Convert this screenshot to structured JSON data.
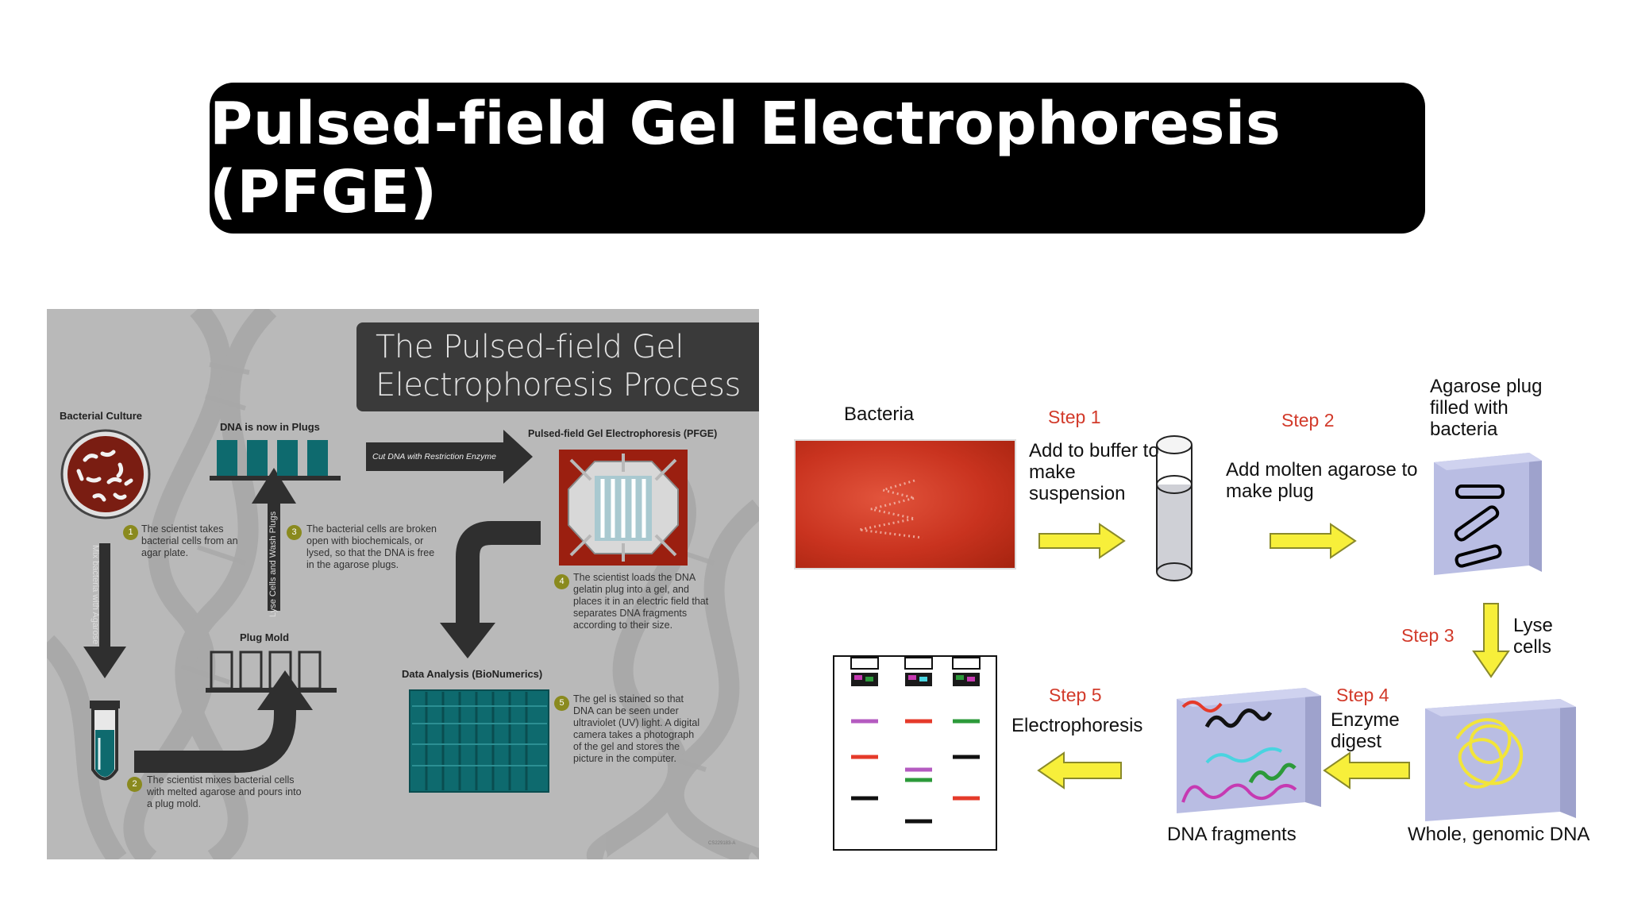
{
  "title": "Pulsed-field Gel Electrophoresis (PFGE)",
  "left_infographic": {
    "heading_line1": "The Pulsed-field Gel",
    "heading_line2": "Electrophoresis Process",
    "bacterial_culture_label": "Bacterial Culture",
    "dna_plugs_label": "DNA is now in Plugs",
    "cut_dna_label": "Cut DNA with Restriction Enzyme",
    "pfge_label": "Pulsed-field Gel Electrophoresis (PFGE)",
    "plug_mold_label": "Plug Mold",
    "data_analysis_label": "Data Analysis (BioNumerics)",
    "mix_label": "Mix bacteria with Agarose",
    "lyse_label": "Lyse Cells and Wash Plugs",
    "steps": [
      {
        "num": "1",
        "text": "The scientist takes bacterial cells from an agar plate."
      },
      {
        "num": "2",
        "text": "The scientist mixes bacterial cells with melted agarose and pours into a plug mold."
      },
      {
        "num": "3",
        "text": "The bacterial cells are broken open with biochemicals, or lysed, so that the DNA is free in the agarose plugs."
      },
      {
        "num": "4",
        "text": "The scientist loads the DNA gelatin plug into a gel, and places it in an electric field that separates DNA fragments according to their size."
      },
      {
        "num": "5",
        "text": "The gel is stained so that DNA can be seen under ultraviolet (UV) light. A digital camera takes a photograph of the gel and stores the picture in the computer."
      }
    ],
    "footer_code": "CS229183-A",
    "colors": {
      "teal": "#0e6a6e",
      "dark_arrow": "#2f2f2f",
      "gel_red": "#9b1f10",
      "badge": "#8a8a1e"
    }
  },
  "right_diagram": {
    "bacteria_label": "Bacteria",
    "step1_label": "Step 1",
    "step1_text": "Add to buffer to make suspension",
    "step2_label": "Step 2",
    "step2_text": "Add molten agarose to make plug",
    "agarose_plug_label": "Agarose plug filled with bacteria",
    "step3_label": "Step 3",
    "step3_text": "Lyse cells",
    "whole_dna_label": "Whole, genomic DNA",
    "step4_label": "Step 4",
    "step4_text": "Enzyme digest",
    "dna_fragments_label": "DNA fragments",
    "step5_label": "Step 5",
    "step5_text": "Electrophoresis",
    "colors": {
      "arrow_yellow": "#f7ef3a",
      "step_red": "#d23a2a",
      "cube": "#b9bde3"
    }
  }
}
